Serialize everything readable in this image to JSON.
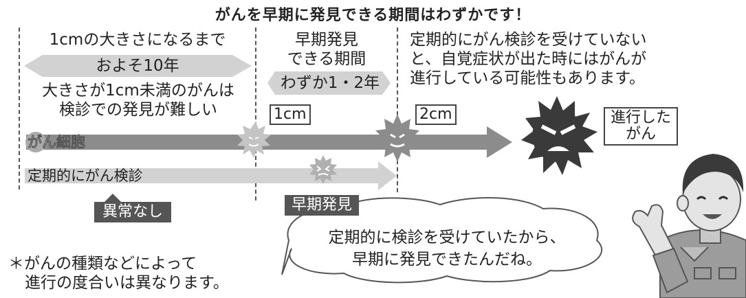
{
  "title": "がんを早期に発見できる期間はわずかです！",
  "left_section": {
    "heading": "1cmの大きさになるまで",
    "duration": "およそ10年",
    "note_line1": "大きさが1cm未満のがんは",
    "note_line2": "検診での発見が難しい"
  },
  "middle_section": {
    "heading_line1": "早期発見",
    "heading_line2": "できる期間",
    "duration": "わずか1・2年"
  },
  "right_section": {
    "line1": "定期的にがん検診を受けていない",
    "line2": "と、自覚症状が出た時にはがんが",
    "line3": "進行している可能性もあります。"
  },
  "size_labels": {
    "small": "1cm",
    "medium": "2cm"
  },
  "advanced_label": {
    "line1": "進行した",
    "line2": "がん"
  },
  "rows": {
    "cancer_cells": "がん細胞",
    "screening": "定期的にがん検診"
  },
  "tags": {
    "no_abnormality": "異常なし",
    "early_detection": "早期発見"
  },
  "speech": {
    "line1": "定期的に検診を受けていたから、",
    "line2": "早期に発見できたんだね。"
  },
  "footnote": {
    "line1": "＊がんの種類などによって",
    "line2": "進行の度合いは異なります。"
  },
  "colors": {
    "bar": "#8c8c8c",
    "bar_light": "#d2d2d2",
    "cell_dark": "#3a3a3a",
    "tag": "#555555"
  }
}
